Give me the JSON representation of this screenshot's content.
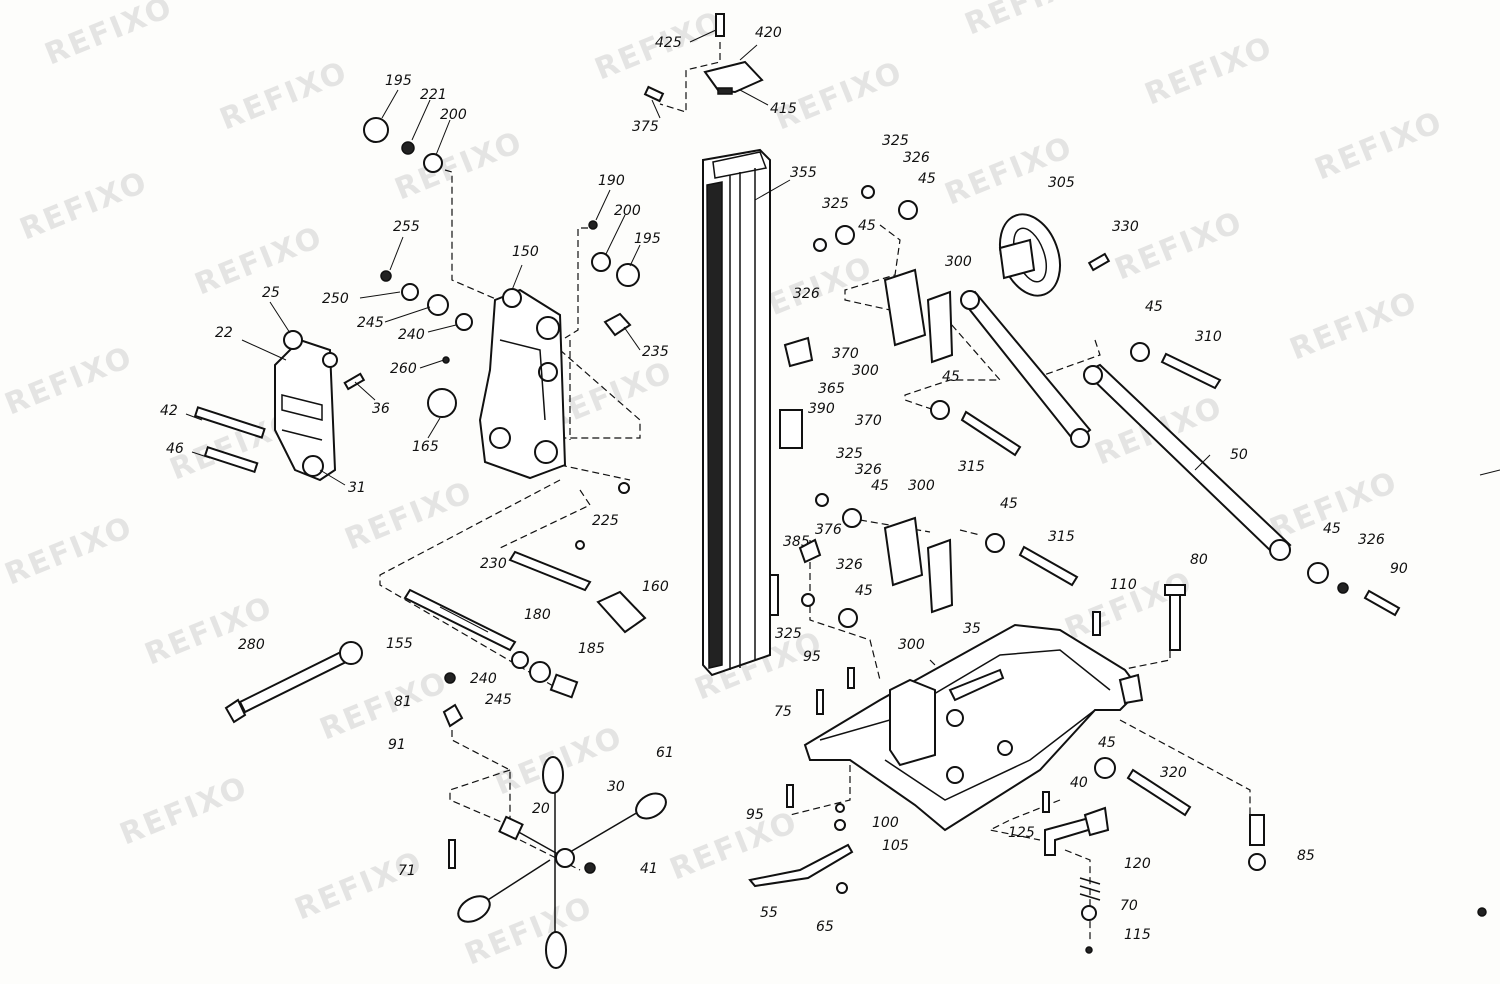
{
  "watermark": {
    "text": "REFIXO",
    "color": "#c8c8c8"
  },
  "labels": [
    "425",
    "420",
    "415",
    "375",
    "355",
    "195",
    "221",
    "200",
    "190",
    "200",
    "195",
    "255",
    "250",
    "245",
    "240",
    "260",
    "235",
    "150",
    "25",
    "22",
    "36",
    "42",
    "46",
    "31",
    "165",
    "325",
    "326",
    "45",
    "325",
    "45",
    "326",
    "305",
    "330",
    "300",
    "300",
    "370",
    "365",
    "390",
    "370",
    "45",
    "310",
    "45",
    "315",
    "50",
    "325",
    "326",
    "45",
    "300",
    "376",
    "385",
    "225",
    "230",
    "180",
    "160",
    "155",
    "300",
    "326",
    "325",
    "45",
    "45",
    "315",
    "80",
    "110",
    "45",
    "326",
    "90",
    "95",
    "35",
    "75",
    "280",
    "81",
    "91",
    "240",
    "245",
    "185",
    "61",
    "30",
    "20",
    "71",
    "41",
    "95",
    "100",
    "105",
    "55",
    "65",
    "45",
    "320",
    "40",
    "125",
    "120",
    "70",
    "115",
    "85"
  ]
}
